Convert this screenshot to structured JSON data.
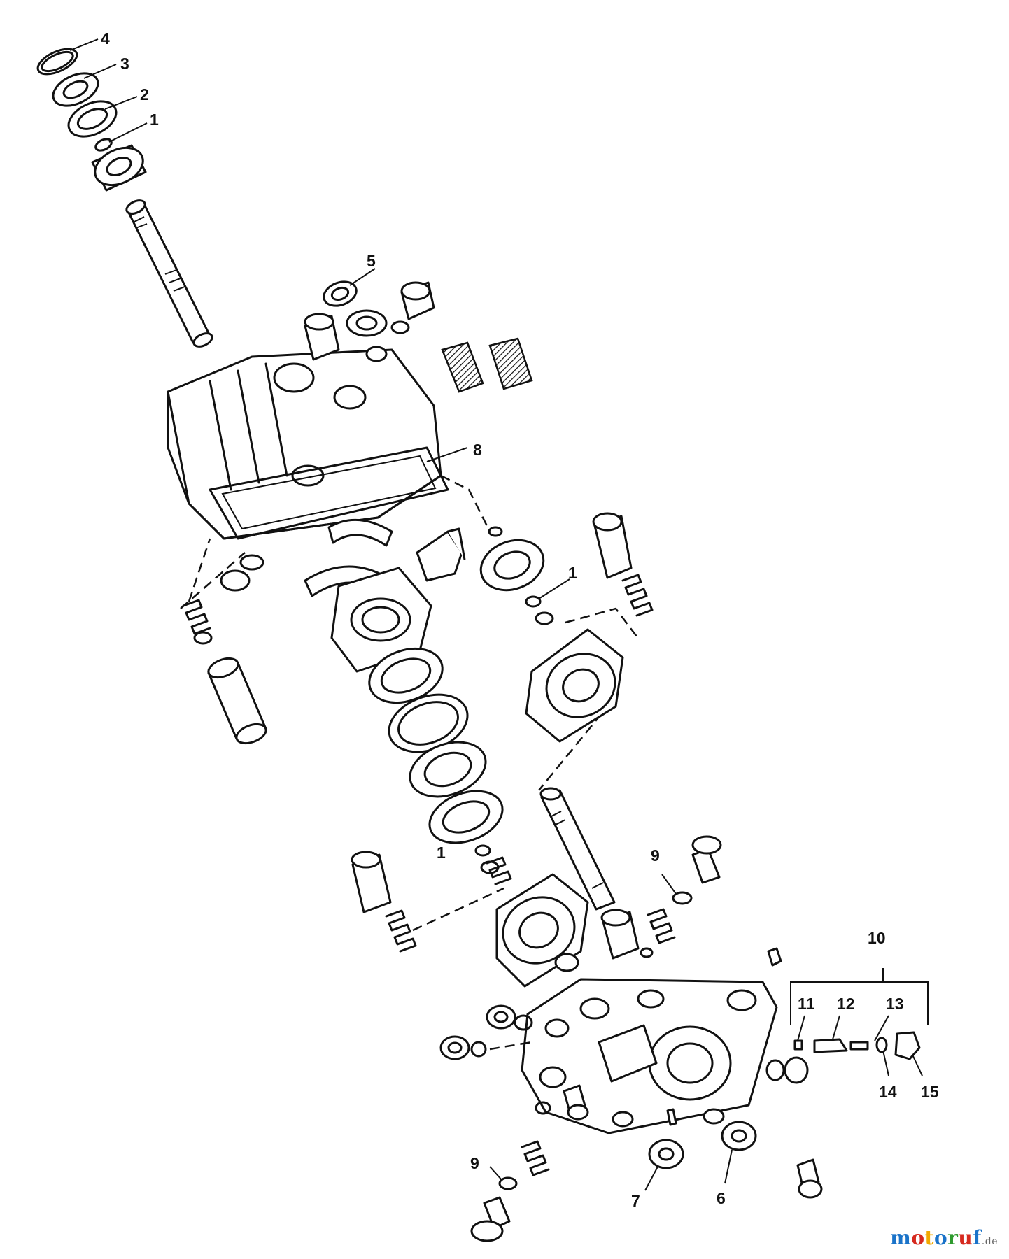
{
  "callouts": {
    "c1_top": "1",
    "c2_top": "2",
    "c3_top": "3",
    "c4_top": "4",
    "c5": "5",
    "c8": "8",
    "c1_mid": "1",
    "c1_low": "1",
    "c9_upper": "9",
    "c10": "10",
    "c11": "11",
    "c12": "12",
    "c13": "13",
    "c14": "14",
    "c15": "15",
    "c9_lower": "9",
    "c7": "7",
    "c6": "6"
  },
  "watermark": {
    "letters": [
      "m",
      "o",
      "t",
      "o",
      "r",
      "u",
      "f"
    ],
    "suffix": ".de",
    "colors": [
      "#1a73c9",
      "#d62a1f",
      "#f2a900",
      "#1a73c9",
      "#2e9a2e",
      "#d62a1f",
      "#1a73c9"
    ]
  }
}
